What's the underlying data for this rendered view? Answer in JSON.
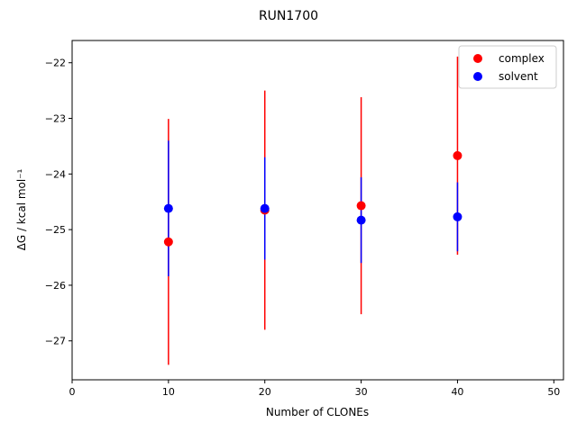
{
  "chart_data": {
    "type": "scatter",
    "title": "RUN1700",
    "xlabel": "Number of CLONEs",
    "ylabel": "ΔG / kcal mol⁻¹",
    "xlim": [
      0,
      51
    ],
    "ylim": [
      -27.7,
      -21.6
    ],
    "xticks": [
      0,
      10,
      20,
      30,
      40,
      50
    ],
    "yticks": [
      -27,
      -26,
      -25,
      -24,
      -23,
      -22
    ],
    "xtick_labels": [
      "0",
      "10",
      "20",
      "30",
      "40",
      "50"
    ],
    "ytick_labels": [
      "−27",
      "−26",
      "−25",
      "−24",
      "−23",
      "−22"
    ],
    "grid": false,
    "legend_position": "top-right",
    "series": [
      {
        "name": "complex",
        "color": "#ff0000",
        "points": [
          {
            "x": 10,
            "y": -25.22,
            "err": 2.21
          },
          {
            "x": 20,
            "y": -24.65,
            "err": 2.15
          },
          {
            "x": 30,
            "y": -24.57,
            "err": 1.95
          },
          {
            "x": 40,
            "y": -23.67,
            "err": 1.78
          }
        ]
      },
      {
        "name": "solvent",
        "color": "#0000ff",
        "points": [
          {
            "x": 10,
            "y": -24.62,
            "err": 1.22
          },
          {
            "x": 20,
            "y": -24.62,
            "err": 0.92
          },
          {
            "x": 30,
            "y": -24.83,
            "err": 0.77
          },
          {
            "x": 40,
            "y": -24.77,
            "err": 0.62
          }
        ]
      }
    ]
  }
}
